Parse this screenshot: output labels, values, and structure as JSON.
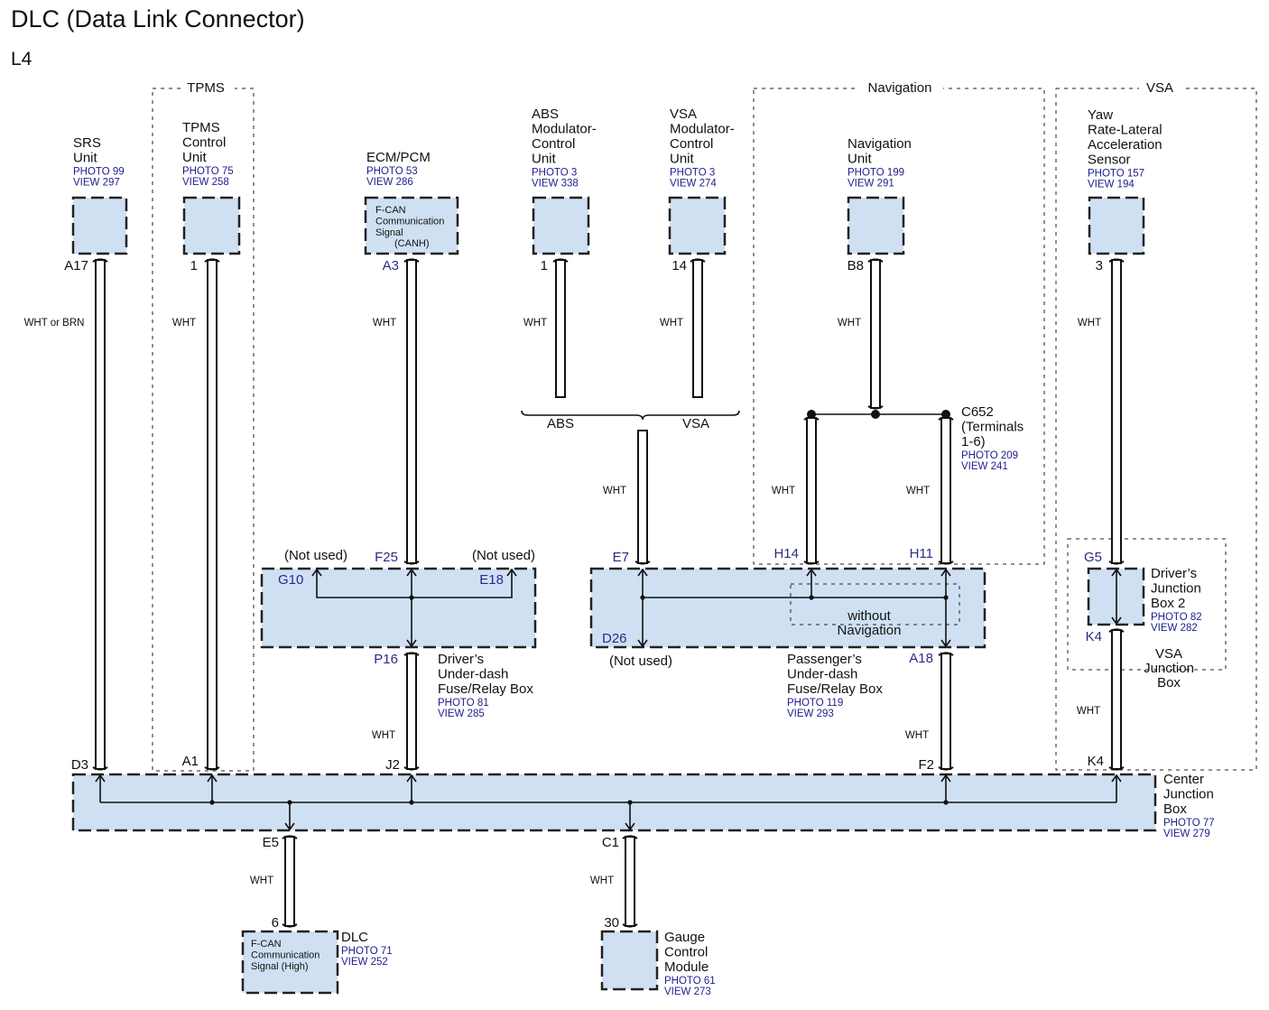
{
  "header": {
    "title": "DLC (Data Link Connector)",
    "subtitle": "L4"
  },
  "colors": {
    "component_fill": "#cfe0f3",
    "reference_text": "#1e1e8c",
    "pin_label_blue": "#2a2a8a"
  },
  "groups": {
    "tpms": "TPMS",
    "navigation": "Navigation",
    "vsa": "VSA",
    "abs_bracket": "ABS",
    "vsa_bracket": "VSA",
    "without_navigation": [
      "without",
      "Navigation"
    ],
    "vsa_junction_box": [
      "VSA",
      "Junction",
      "Box"
    ]
  },
  "components": {
    "srs": {
      "name": [
        "SRS",
        "Unit"
      ],
      "photo": "PHOTO 99",
      "view": "VIEW 297",
      "pin": "A17",
      "wire": "WHT or BRN"
    },
    "tpms": {
      "name": [
        "TPMS",
        "Control",
        "Unit"
      ],
      "photo": "PHOTO 75",
      "view": "VIEW 258",
      "pin": "1",
      "wire": "WHT"
    },
    "ecm": {
      "name": [
        "ECM/PCM"
      ],
      "photo": "PHOTO 53",
      "view": "VIEW 286",
      "pin": "A3",
      "wire": "WHT",
      "inner": [
        "F-CAN",
        "Communication",
        "Signal",
        "(CANH)"
      ]
    },
    "abs": {
      "name": [
        "ABS",
        "Modulator-",
        "Control",
        "Unit"
      ],
      "photo": "PHOTO 3",
      "view": "VIEW 338",
      "pin": "1",
      "wire": "WHT"
    },
    "vsa": {
      "name": [
        "VSA",
        "Modulator-",
        "Control",
        "Unit"
      ],
      "photo": "PHOTO 3",
      "view": "VIEW 274",
      "pin": "14",
      "wire": "WHT"
    },
    "nav": {
      "name": [
        "Navigation",
        "Unit"
      ],
      "photo": "PHOTO 199",
      "view": "VIEW 291",
      "pin": "B8",
      "wire": "WHT"
    },
    "yaw": {
      "name": [
        "Yaw",
        "Rate-Lateral",
        "Acceleration",
        "Sensor"
      ],
      "photo": "PHOTO 157",
      "view": "VIEW 194",
      "pin": "3",
      "wire": "WHT"
    },
    "c652": {
      "name": [
        "C652",
        "(Terminals",
        "1-6)"
      ],
      "photo": "PHOTO 209",
      "view": "VIEW 241",
      "wire_left": "WHT",
      "wire_right": "WHT"
    },
    "abs_vsa_wire": "WHT",
    "driver_fuse": {
      "name": [
        "Driver’s",
        "Under-dash",
        "Fuse/Relay Box"
      ],
      "photo": "PHOTO 81",
      "view": "VIEW 285",
      "pins": {
        "f25": "F25",
        "g10": "G10",
        "e18": "E18",
        "p16": "P16"
      },
      "not_used_left": "(Not used)",
      "not_used_right": "(Not used)",
      "wire_out": "WHT"
    },
    "pass_fuse": {
      "name": [
        "Passenger’s",
        "Under-dash",
        "Fuse/Relay Box"
      ],
      "photo": "PHOTO 119",
      "view": "VIEW 293",
      "pins": {
        "e7": "E7",
        "h14": "H14",
        "h11": "H11",
        "d26": "D26",
        "a18": "A18"
      },
      "not_used": "(Not used)",
      "wire_out": "WHT"
    },
    "djb2": {
      "name": [
        "Driver’s",
        "Junction",
        "Box 2"
      ],
      "photo": "PHOTO 82",
      "view": "VIEW 282",
      "pins": {
        "g5": "G5",
        "k4": "K4"
      },
      "wire_out": "WHT"
    },
    "cjb": {
      "name": [
        "Center",
        "Junction",
        "Box"
      ],
      "photo": "PHOTO 77",
      "view": "VIEW 279",
      "pins": {
        "d3": "D3",
        "a1": "A1",
        "j2": "J2",
        "f2": "F2",
        "k4": "K4",
        "e5": "E5",
        "c1": "C1"
      }
    },
    "dlc": {
      "name": [
        "DLC"
      ],
      "photo": "PHOTO 71",
      "view": "VIEW 252",
      "pin": "6",
      "wire": "WHT",
      "inner": [
        "F-CAN",
        "Communication",
        "Signal (High)"
      ]
    },
    "gauge": {
      "name": [
        "Gauge",
        "Control",
        "Module"
      ],
      "photo": "PHOTO 61",
      "view": "VIEW 273",
      "pin": "30",
      "wire": "WHT"
    }
  }
}
